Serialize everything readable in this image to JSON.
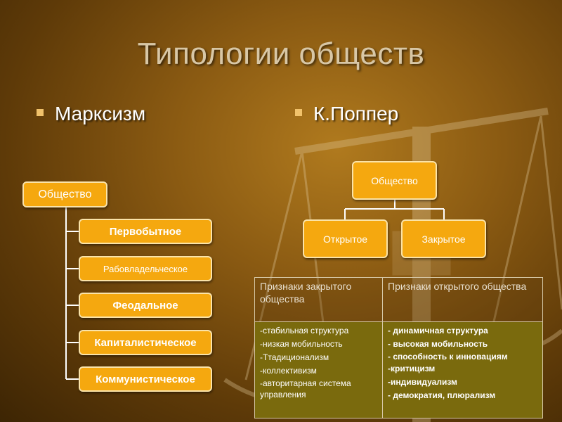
{
  "title": "Типологии обществ",
  "left": {
    "heading": "Марксизм",
    "root": "Общество",
    "stages": [
      "Первобытное",
      "Рабовладельческое",
      "Феодальное",
      "Капиталистическое",
      "Коммунистическое"
    ]
  },
  "right": {
    "heading": "К.Поппер",
    "root": "Общество",
    "open": "Открытое",
    "closed": "Закрытое"
  },
  "table": {
    "closed_header": "Признаки закрытого общества",
    "open_header": "Признаки открытого общества",
    "closed_items": [
      "-стабильная структура",
      "-низкая мобильность",
      "-Ттадиционализм",
      "-коллективизм",
      "-авторитарная система управления"
    ],
    "open_items": [
      "- динамичная структура",
      "- высокая мобильность",
      "- способность к инновациям",
      "-критицизм",
      "-индивидуализм",
      "- демократия, плюрализм"
    ]
  },
  "colors": {
    "box": "#f5a80f",
    "box_border": "#fbe3a8",
    "table_body": "#7a6a0d",
    "background": "#8a5a12"
  }
}
